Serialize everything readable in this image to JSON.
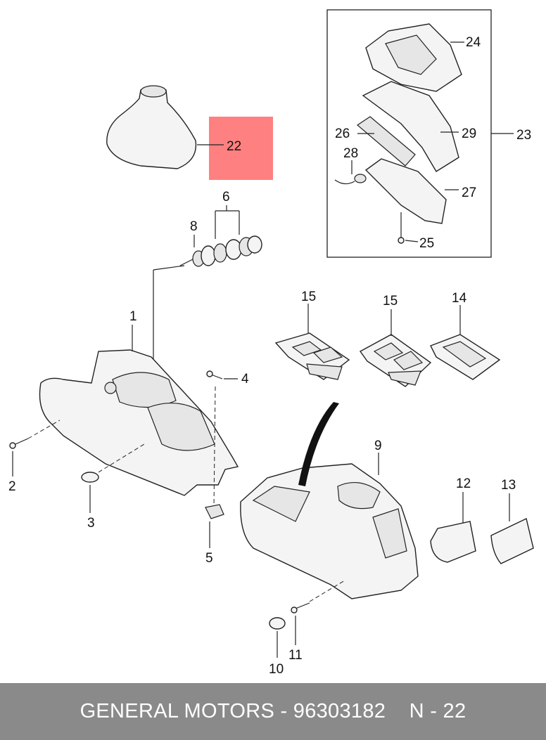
{
  "callouts": [
    {
      "id": "c1",
      "text": "1"
    },
    {
      "id": "c2",
      "text": "2"
    },
    {
      "id": "c3",
      "text": "3"
    },
    {
      "id": "c4",
      "text": "4"
    },
    {
      "id": "c5",
      "text": "5"
    },
    {
      "id": "c6",
      "text": "6"
    },
    {
      "id": "c8",
      "text": "8"
    },
    {
      "id": "c9",
      "text": "9"
    },
    {
      "id": "c10",
      "text": "10"
    },
    {
      "id": "c11",
      "text": "11"
    },
    {
      "id": "c12",
      "text": "12"
    },
    {
      "id": "c13",
      "text": "13"
    },
    {
      "id": "c14",
      "text": "14"
    },
    {
      "id": "c15a",
      "text": "15"
    },
    {
      "id": "c15b",
      "text": "15"
    },
    {
      "id": "c22",
      "text": "22"
    },
    {
      "id": "c23",
      "text": "23"
    },
    {
      "id": "c24",
      "text": "24"
    },
    {
      "id": "c25",
      "text": "25"
    },
    {
      "id": "c26",
      "text": "26"
    },
    {
      "id": "c27",
      "text": "27"
    },
    {
      "id": "c28",
      "text": "28"
    },
    {
      "id": "c29",
      "text": "29"
    }
  ],
  "highlight_color": "#ff8080",
  "footer": {
    "brand": "GENERAL MOTORS",
    "separator": " - ",
    "part_number": "96303182",
    "ref": "N - 22"
  }
}
